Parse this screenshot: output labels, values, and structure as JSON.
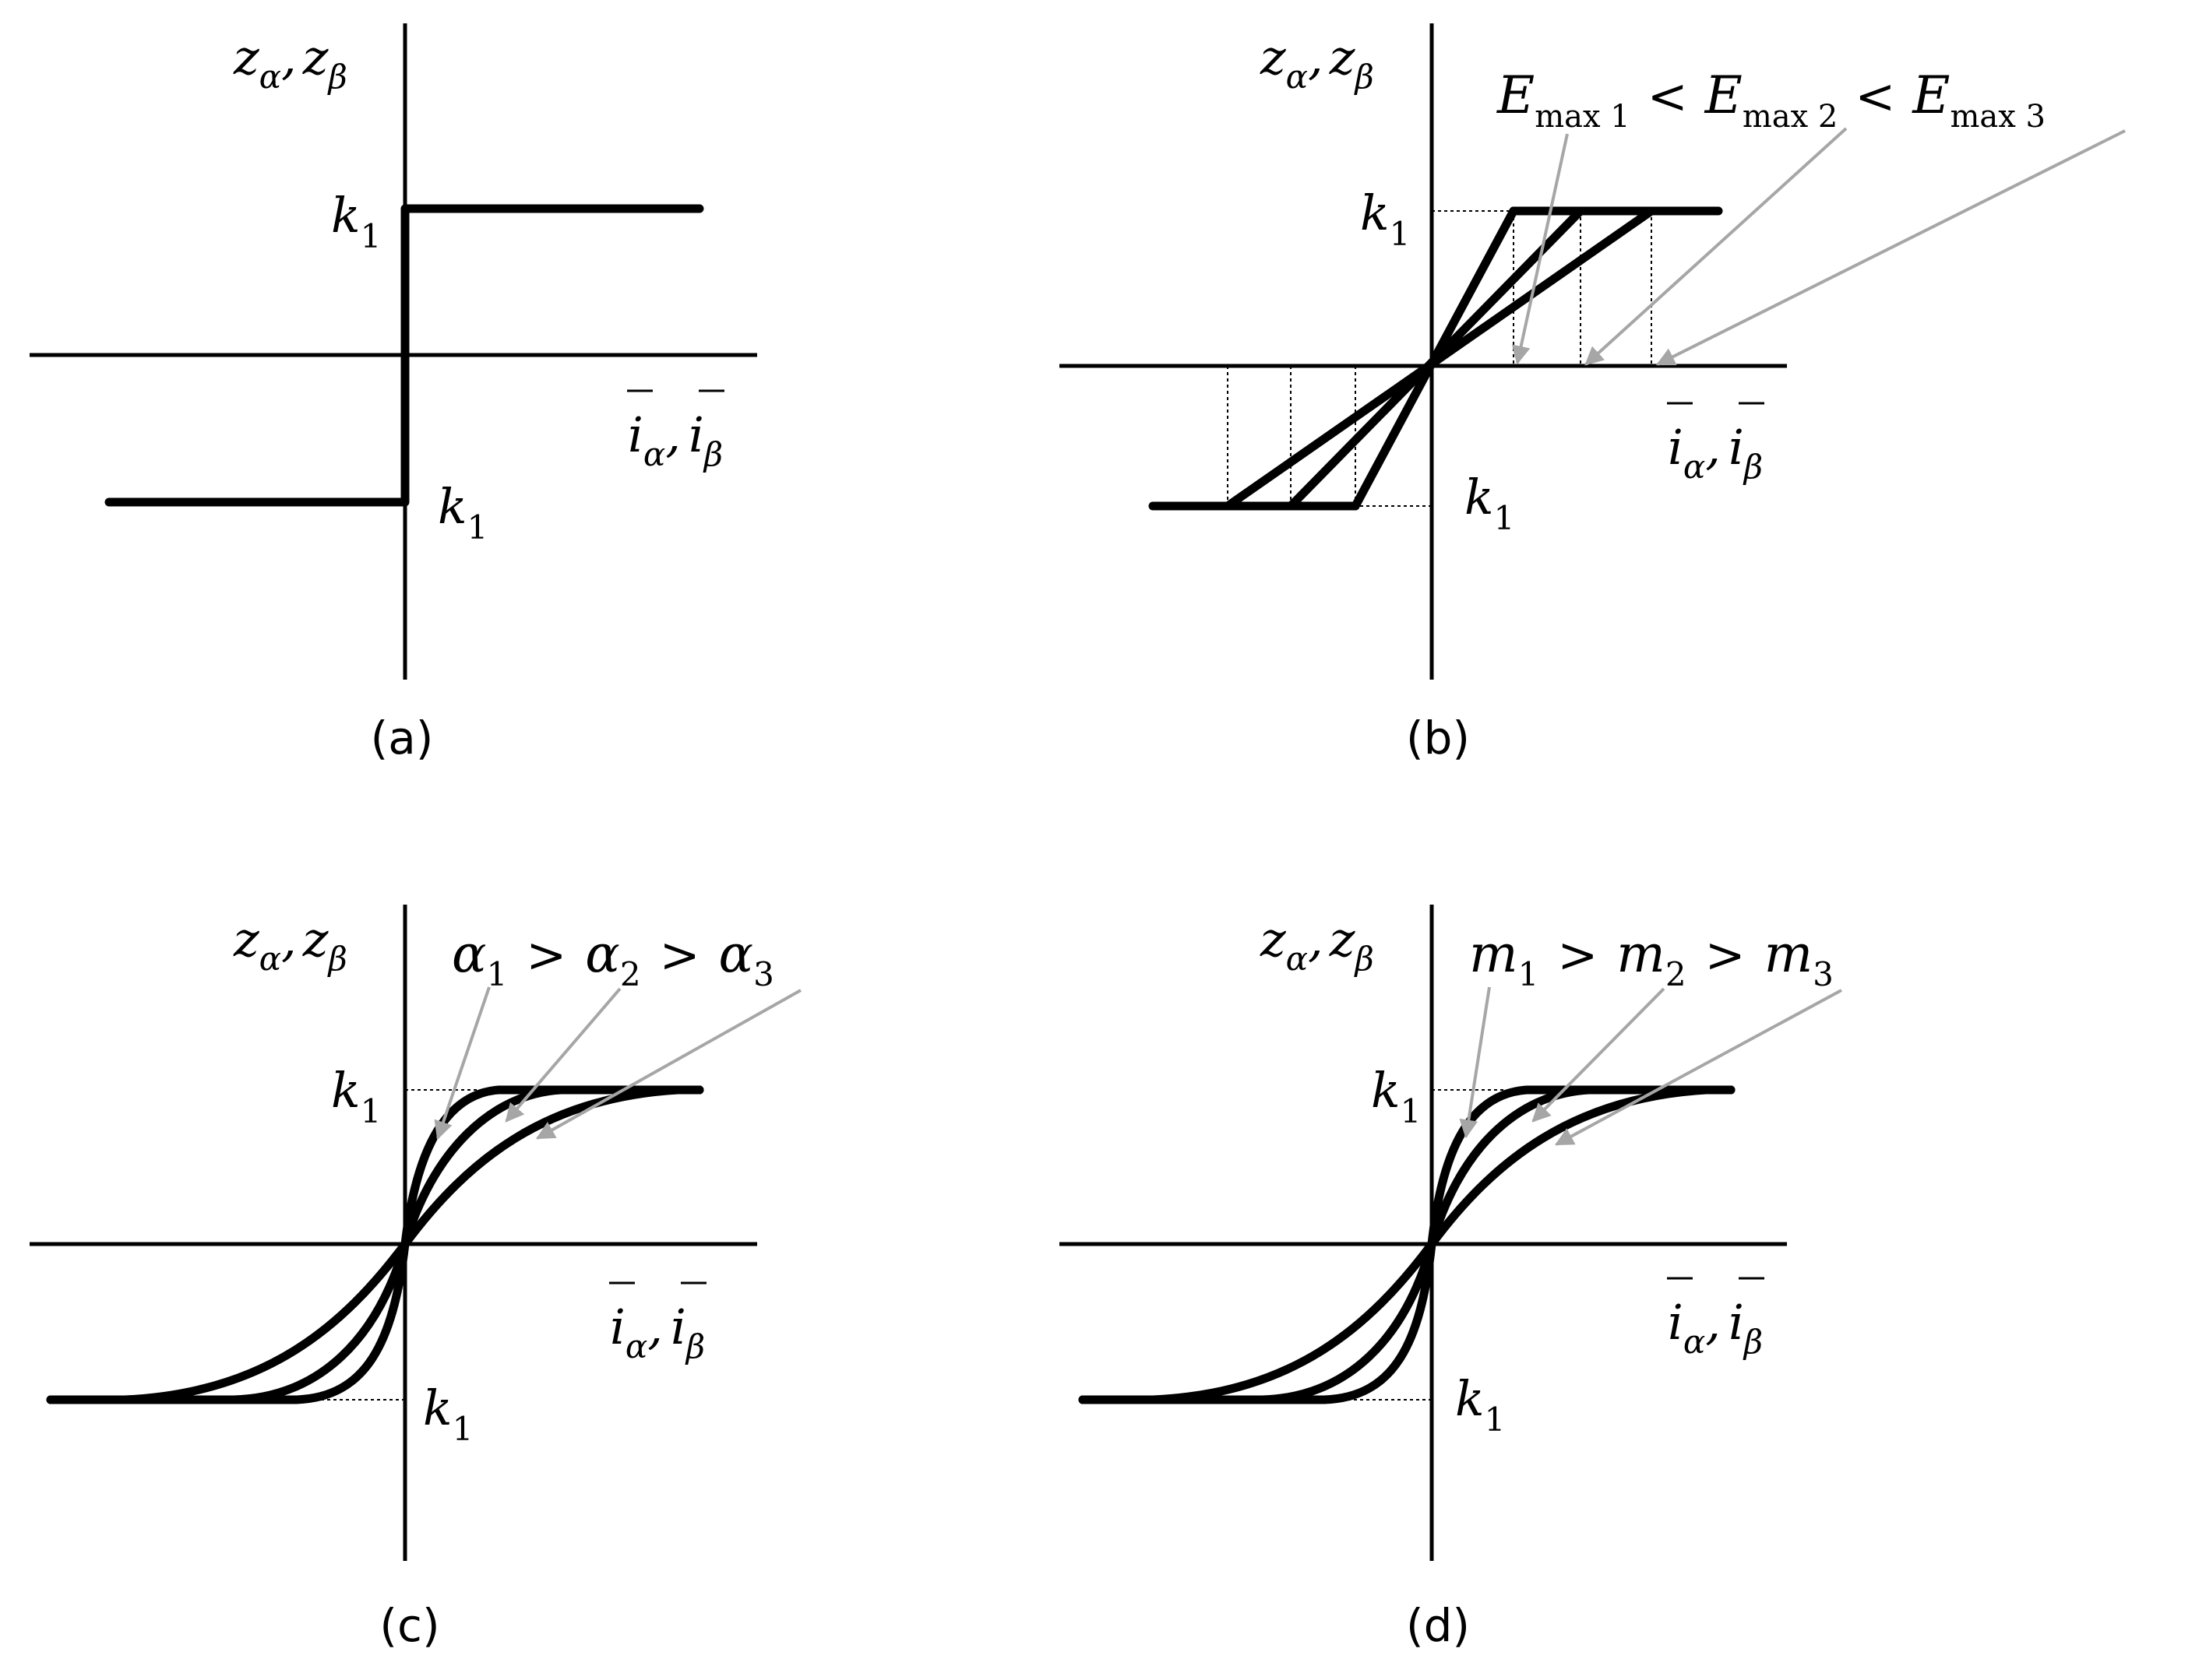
{
  "figure": {
    "panels": [
      {
        "id": "a",
        "caption": "(a)",
        "y_label": {
          "base1": "z",
          "sub1": "α",
          "comma": ",",
          "base2": "z",
          "sub2": "β"
        },
        "x_label": {
          "base1": "i",
          "sub1": "α",
          "comma": ",",
          "base2": "i",
          "sub2": "β"
        },
        "upper_level_label": {
          "base": "k",
          "sub": "1"
        },
        "lower_level_label": {
          "base": "k",
          "sub": "1"
        }
      },
      {
        "id": "b",
        "caption": "(b)",
        "y_label": {
          "base1": "z",
          "sub1": "α",
          "comma": ",",
          "base2": "z",
          "sub2": "β"
        },
        "x_label": {
          "base1": "i",
          "sub1": "α",
          "comma": ",",
          "base2": "i",
          "sub2": "β"
        },
        "upper_level_label": {
          "base": "k",
          "sub": "1"
        },
        "lower_level_label": {
          "base": "k",
          "sub": "1"
        },
        "relation": {
          "t1": "E",
          "s1": "max 1",
          "op1": "<",
          "t2": "E",
          "s2": "max 2",
          "op2": "<",
          "t3": "E",
          "s3": "max 3"
        }
      },
      {
        "id": "c",
        "caption": "(c)",
        "y_label": {
          "base1": "z",
          "sub1": "α",
          "comma": ",",
          "base2": "z",
          "sub2": "β"
        },
        "x_label": {
          "base1": "i",
          "sub1": "α",
          "comma": ",",
          "base2": "i",
          "sub2": "β"
        },
        "upper_level_label": {
          "base": "k",
          "sub": "1"
        },
        "lower_level_label": {
          "base": "k",
          "sub": "1"
        },
        "relation": {
          "t1": "α",
          "s1": "1",
          "op1": ">",
          "t2": "α",
          "s2": "2",
          "op2": ">",
          "t3": "α",
          "s3": "3"
        }
      },
      {
        "id": "d",
        "caption": "(d)",
        "y_label": {
          "base1": "z",
          "sub1": "α",
          "comma": ",",
          "base2": "z",
          "sub2": "β"
        },
        "x_label": {
          "base1": "i",
          "sub1": "α",
          "comma": ",",
          "base2": "i",
          "sub2": "β"
        },
        "upper_level_label": {
          "base": "k",
          "sub": "1"
        },
        "lower_level_label": {
          "base": "k",
          "sub": "1"
        },
        "relation": {
          "t1": "m",
          "s1": "1",
          "op1": ">",
          "t2": "m",
          "s2": "2",
          "op2": ">",
          "t3": "m",
          "s3": "3"
        }
      }
    ],
    "colors": {
      "curve": "#000000",
      "arrow": "#a6a6a6"
    }
  }
}
